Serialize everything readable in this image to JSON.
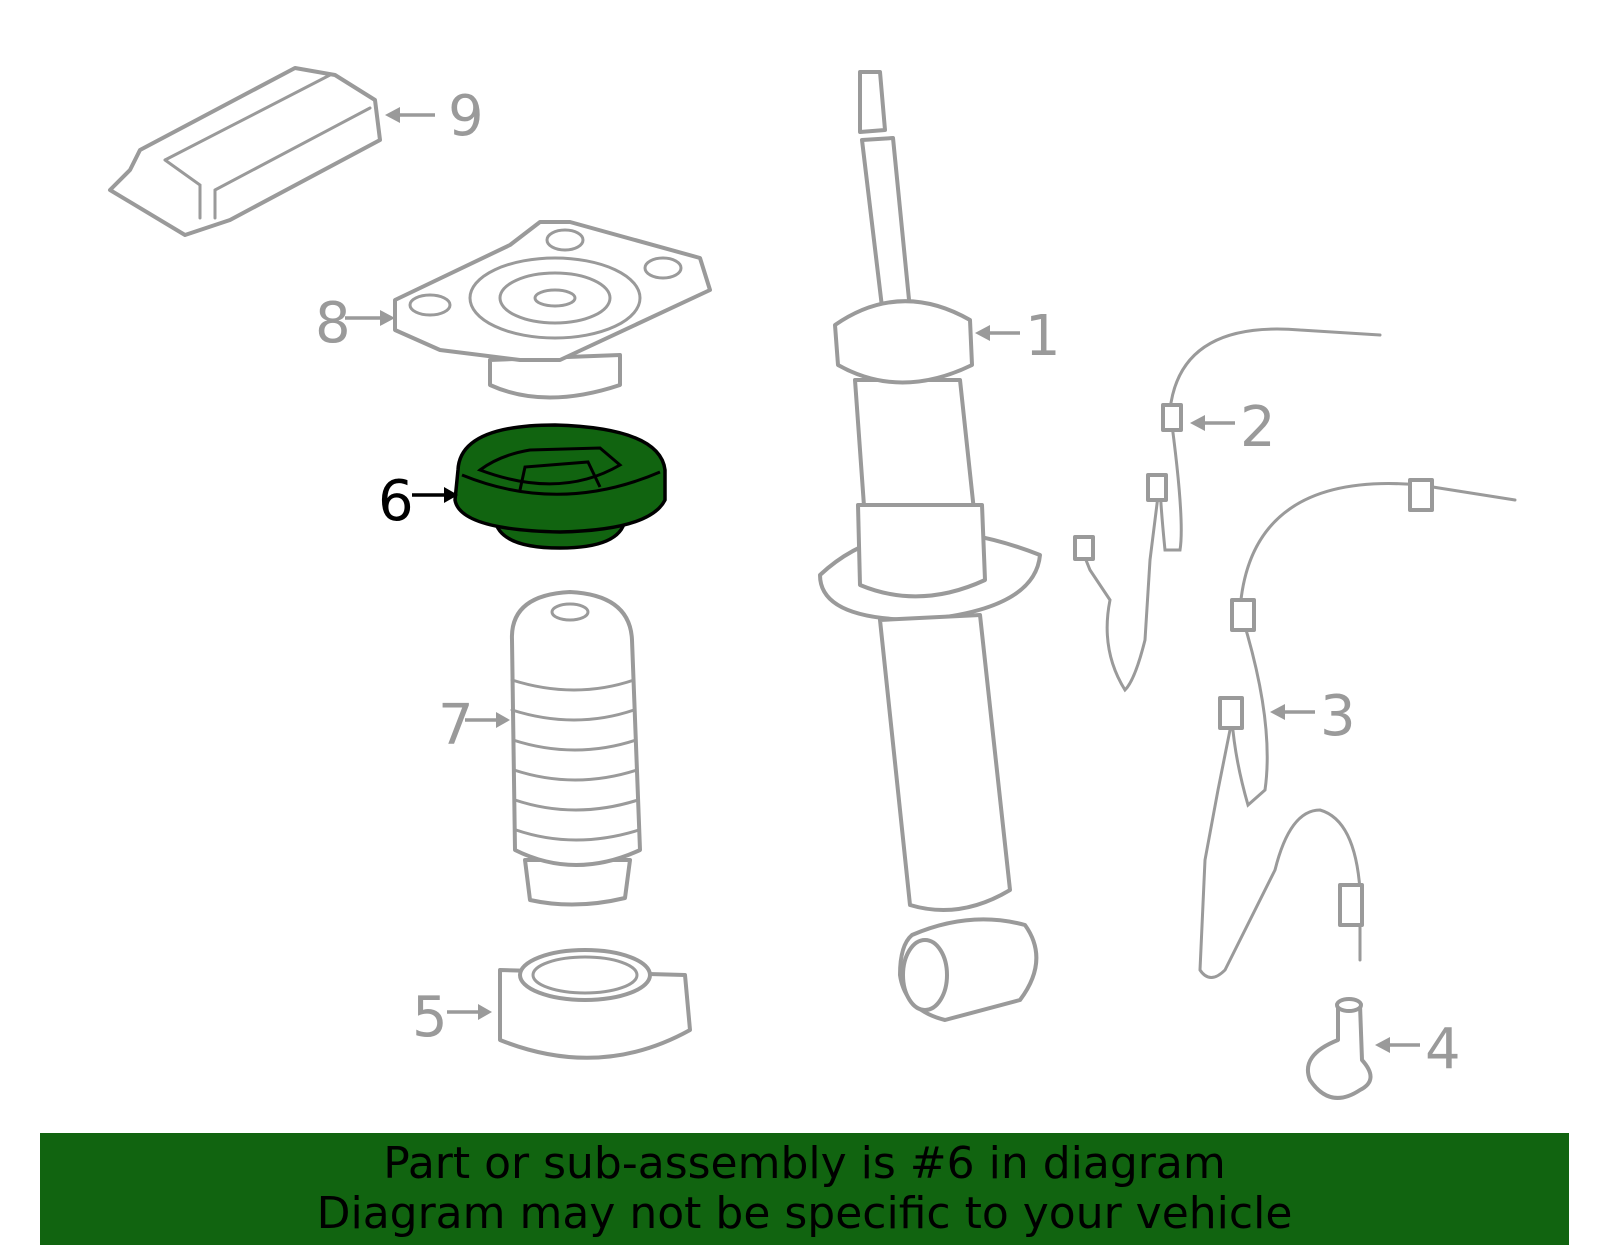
{
  "diagram": {
    "callouts": [
      {
        "number": "1",
        "part": "strut"
      },
      {
        "number": "2",
        "part": "sensor-harness"
      },
      {
        "number": "3",
        "part": "sensor-harness"
      },
      {
        "number": "4",
        "part": "sensor"
      },
      {
        "number": "5",
        "part": "bearing-seat"
      },
      {
        "number": "6",
        "part": "spring-seat",
        "highlighted": true
      },
      {
        "number": "7",
        "part": "dust-boot"
      },
      {
        "number": "8",
        "part": "upper-mount"
      },
      {
        "number": "9",
        "part": "module"
      }
    ],
    "highlight_color": "#116410",
    "line_color": "#9a9a9a"
  },
  "banner": {
    "line1": "Part or sub-assembly is #6 in diagram",
    "line2": "Diagram may not be specific to your vehicle"
  }
}
